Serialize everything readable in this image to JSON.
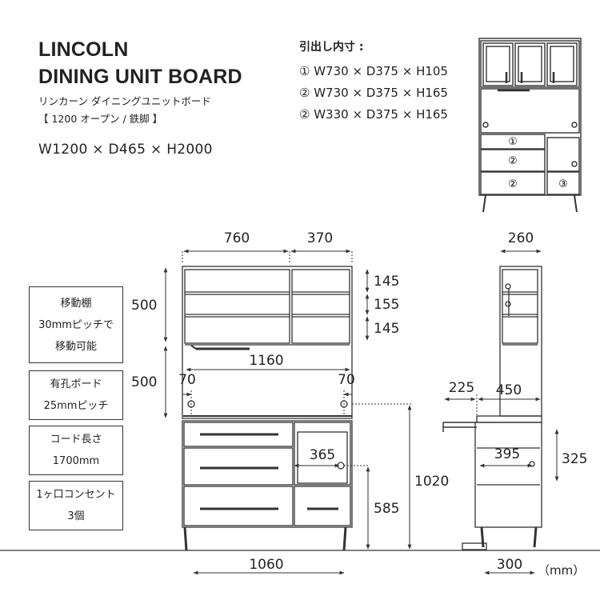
{
  "header": {
    "title_line1": "LINCOLN",
    "title_line2": "DINING UNIT BOARD",
    "subtitle_jp": "リンカーン ダイニングユニットボード",
    "variant": "【 1200 オープン / 鉄脚 】",
    "overall_size": "W1200 × D465 × H2000"
  },
  "drawers": {
    "heading": "引出し内寸 :",
    "rows": [
      "① W730 × D375 × H105",
      "② W730 × D375 × H165",
      "② W330 × D375 × H165"
    ]
  },
  "thumbnail_labels": [
    "①",
    "②",
    "②",
    "③"
  ],
  "features": [
    {
      "lines": [
        "移動棚",
        "30mmピッチで",
        "移動可能"
      ]
    },
    {
      "lines": [
        "有孔ボード",
        "25mmピッチ"
      ]
    },
    {
      "lines": [
        "コード長さ",
        "1700mm"
      ]
    },
    {
      "lines": [
        "1ヶ口コンセント",
        "3個"
      ]
    }
  ],
  "dimensions": {
    "top_width_left": "760",
    "top_width_right": "370",
    "shelf_1": "145",
    "shelf_2": "155",
    "shelf_3": "145",
    "upper_height": "500",
    "middle_height": "500",
    "inner_width": "1160",
    "outlet_left": "70",
    "outlet_right": "70",
    "open_width": "365",
    "lower_height": "585",
    "counter_height": "1020",
    "base_width": "1060",
    "side_top_depth": "260",
    "side_counter_depth": "225",
    "side_depth": "450",
    "side_inner_depth": "395",
    "side_drawer_height": "325",
    "side_base_depth": "300",
    "unit": "（mm）"
  }
}
